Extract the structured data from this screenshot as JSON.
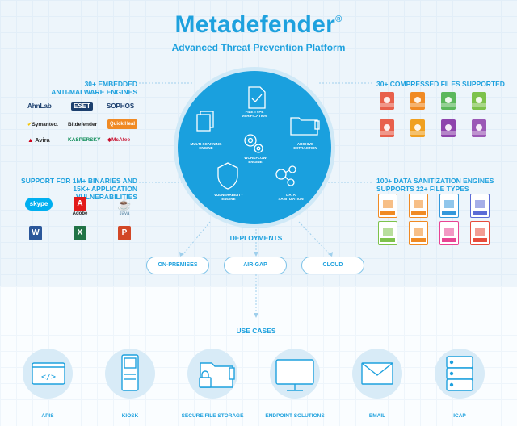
{
  "header": {
    "title": "Metadefender",
    "registered": "®",
    "subtitle": "Advanced Threat Prevention Platform"
  },
  "sections": {
    "engines": {
      "line1": "30+ EMBEDDED",
      "line2": "ANTI-MALWARE ENGINES"
    },
    "vulnerabilities": {
      "line1": "SUPPORT FOR 1M+ BINARIES AND",
      "line2": "15K+ APPLICATION VULNERABILITIES"
    },
    "compressed": {
      "line1": "30+ COMPRESSED FILES SUPPORTED"
    },
    "sanitization": {
      "line1": "100+ DATA SANITIZATION ENGINES",
      "line2": "SUPPORTS 22+ FILE TYPES"
    }
  },
  "vendors": {
    "ahnlab": "AhnLab",
    "eset": "ESET",
    "sophos": "SOPHOS",
    "symantec": "Symantec.",
    "bitdefender": "Bitdefender",
    "quickheal": "Quick Heal",
    "avira": "Avira",
    "kaspersky": "KASPERSKY",
    "mcafee": "McAfee"
  },
  "apps": {
    "skype": "skype",
    "adobe": "Adobe",
    "java": "Java",
    "word": "W",
    "excel": "X",
    "powerpoint": "P"
  },
  "core": {
    "file_type": "FILE TYPE VERIFICATION",
    "multi_scan": "MULTI-SCANNING ENGINE",
    "workflow": "WORKFLOW ENGINE",
    "archive": "ARCHIVE EXTRACTION",
    "vulnerability": "VULNERABILITY ENGINE",
    "sanitization": "DATA SANITIZATION"
  },
  "deployments": {
    "title": "DEPLOYMENTS",
    "items": [
      "ON-PREMISES",
      "AIR-GAP",
      "CLOUD"
    ]
  },
  "use_cases": {
    "title": "USE CASES",
    "items": [
      {
        "label": "APIS",
        "icon": "code-window-icon"
      },
      {
        "label": "KIOSK",
        "icon": "kiosk-icon"
      },
      {
        "label": "SECURE FILE STORAGE",
        "icon": "folder-lock-icon"
      },
      {
        "label": "ENDPOINT SOLUTIONS",
        "icon": "monitor-icon"
      },
      {
        "label": "EMAIL",
        "icon": "envelope-icon"
      },
      {
        "label": "ICAP",
        "icon": "server-icon"
      }
    ]
  },
  "colors": {
    "accent": "#1ea1de",
    "circle": "#1aa0de",
    "panel": "#edf5fb"
  },
  "compressed_colors": [
    "#e8604c",
    "#f08a24",
    "#5cb85c",
    "#7dc24b",
    "#e8604c",
    "#f0a020",
    "#8e44ad",
    "#9b59b6"
  ],
  "sanitize_colors": [
    "#f08a24",
    "#f08a24",
    "#3498db",
    "#5b6bd6",
    "#7dc24b",
    "#f08a24",
    "#e84393",
    "#e74c3c"
  ]
}
